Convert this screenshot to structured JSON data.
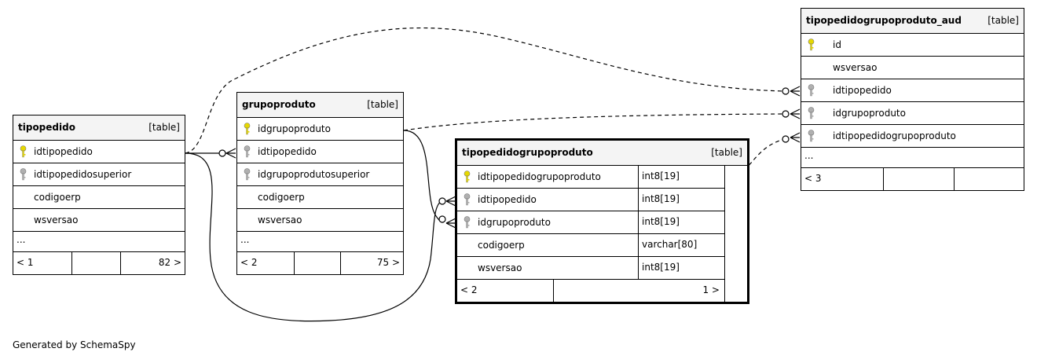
{
  "tables": {
    "tipopedido": {
      "name": "tipopedido",
      "type": "[table]",
      "columns": [
        {
          "name": "idtipopedido",
          "key": "primary"
        },
        {
          "name": "idtipopedidosuperior",
          "key": "foreign"
        },
        {
          "name": "codigoerp",
          "key": "none"
        },
        {
          "name": "wsversao",
          "key": "none"
        }
      ],
      "more": "...",
      "parents": "< 1",
      "children": "82 >"
    },
    "grupoproduto": {
      "name": "grupoproduto",
      "type": "[table]",
      "columns": [
        {
          "name": "idgrupoproduto",
          "key": "primary"
        },
        {
          "name": "idtipopedido",
          "key": "foreign"
        },
        {
          "name": "idgrupoprodutosuperior",
          "key": "foreign"
        },
        {
          "name": "codigoerp",
          "key": "none"
        },
        {
          "name": "wsversao",
          "key": "none"
        }
      ],
      "more": "...",
      "parents": "< 2",
      "children": "75 >"
    },
    "tipopedidogrupoproduto": {
      "name": "tipopedidogrupoproduto",
      "type": "[table]",
      "columns": [
        {
          "name": "idtipopedidogrupoproduto",
          "key": "primary",
          "type": "int8[19]"
        },
        {
          "name": "idtipopedido",
          "key": "foreign",
          "type": "int8[19]"
        },
        {
          "name": "idgrupoproduto",
          "key": "foreign",
          "type": "int8[19]"
        },
        {
          "name": "codigoerp",
          "key": "none",
          "type": "varchar[80]"
        },
        {
          "name": "wsversao",
          "key": "none",
          "type": "int8[19]"
        }
      ],
      "parents": "< 2",
      "children": "1 >"
    },
    "tipopedidogrupoproduto_aud": {
      "name": "tipopedidogrupoproduto_aud",
      "type": "[table]",
      "columns": [
        {
          "name": "id",
          "key": "primary"
        },
        {
          "name": "wsversao",
          "key": "none"
        },
        {
          "name": "idtipopedido",
          "key": "foreign"
        },
        {
          "name": "idgrupoproduto",
          "key": "foreign"
        },
        {
          "name": "idtipopedidogrupoproduto",
          "key": "foreign"
        }
      ],
      "more": "...",
      "parents": "< 3",
      "children": ""
    }
  },
  "colors": {
    "primary_key": "#e6d800",
    "foreign_key": "#b0b0b0",
    "header_bg": "#f4f4f4",
    "line": "#000000"
  },
  "footer": {
    "text": "Generated by SchemaSpy"
  }
}
